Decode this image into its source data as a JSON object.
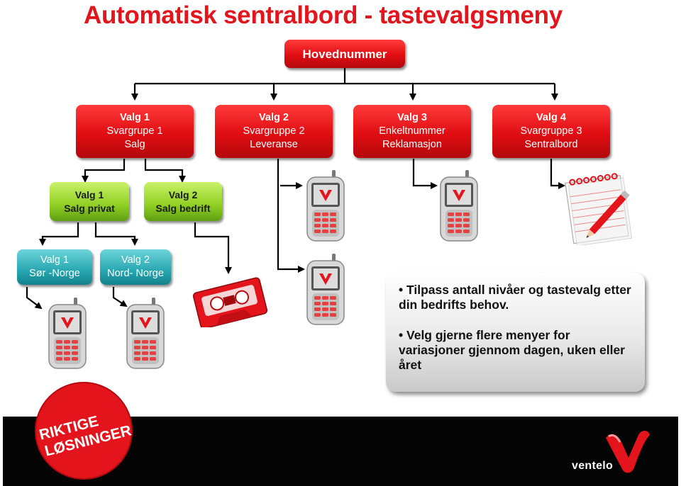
{
  "title": "Automatisk sentralbord - tastevalgsmeny",
  "root": {
    "label": "Hovednummer"
  },
  "level1": [
    {
      "line1": "Valg 1",
      "line2": "Svargrupe 1",
      "line3": "Salg"
    },
    {
      "line1": "Valg 2",
      "line2": "Svargruppe 2",
      "line3": "Leveranse"
    },
    {
      "line1": "Valg 3",
      "line2": "Enkeltnummer",
      "line3": "Reklamasjon"
    },
    {
      "line1": "Valg 4",
      "line2": "Svargruppe 3",
      "line3": "Sentralbord"
    }
  ],
  "level2": [
    {
      "line1": "Valg 1",
      "line2": "Salg privat"
    },
    {
      "line1": "Valg 2",
      "line2": "Salg  bedrift"
    }
  ],
  "level3": [
    {
      "line1": "Valg 1",
      "line2": "Sør -Norge"
    },
    {
      "line1": "Valg 2",
      "line2": "Nord- Norge"
    }
  ],
  "info": {
    "bullet1": "Tilpass antall nivåer og tastevalg etter din bedrifts behov.",
    "bullet2": "Velg gjerne flere  menyer for variasjoner gjennom dagen, uken eller året"
  },
  "badge": {
    "line1": "RIKTIGE",
    "line2": "LØSNINGER"
  },
  "brand": {
    "name": "ventelo"
  },
  "icons": [
    "mobile-phone-icon",
    "cassette-tape-icon",
    "notepad-pencil-icon",
    "ventelo-logo-icon"
  ],
  "colors": {
    "accent_red": "#e3141b",
    "green": "#8fcf22",
    "teal": "#27a7b1",
    "footer": "#050505"
  }
}
